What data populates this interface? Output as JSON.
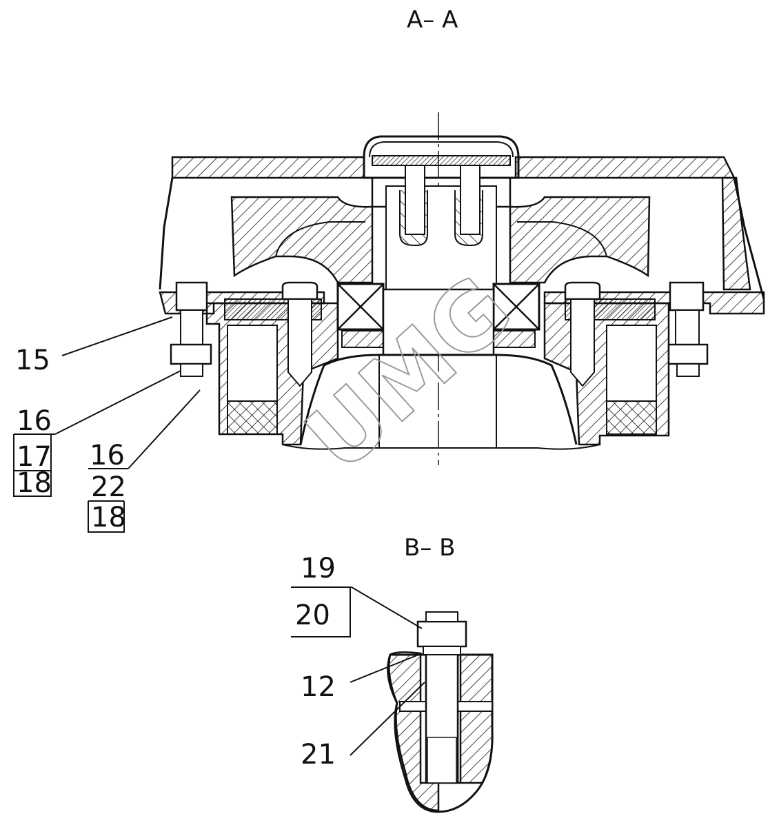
{
  "sections": {
    "a_a": "A– A",
    "b_b": "B– B"
  },
  "callouts": {
    "c15": "15",
    "c16a": "16",
    "c17": "17",
    "c18a": "18",
    "c16b": "16",
    "c22": "22",
    "c18b": "18",
    "c19": "19",
    "c20": "20",
    "c12": "12",
    "c21": "21"
  },
  "watermark": "UMG"
}
